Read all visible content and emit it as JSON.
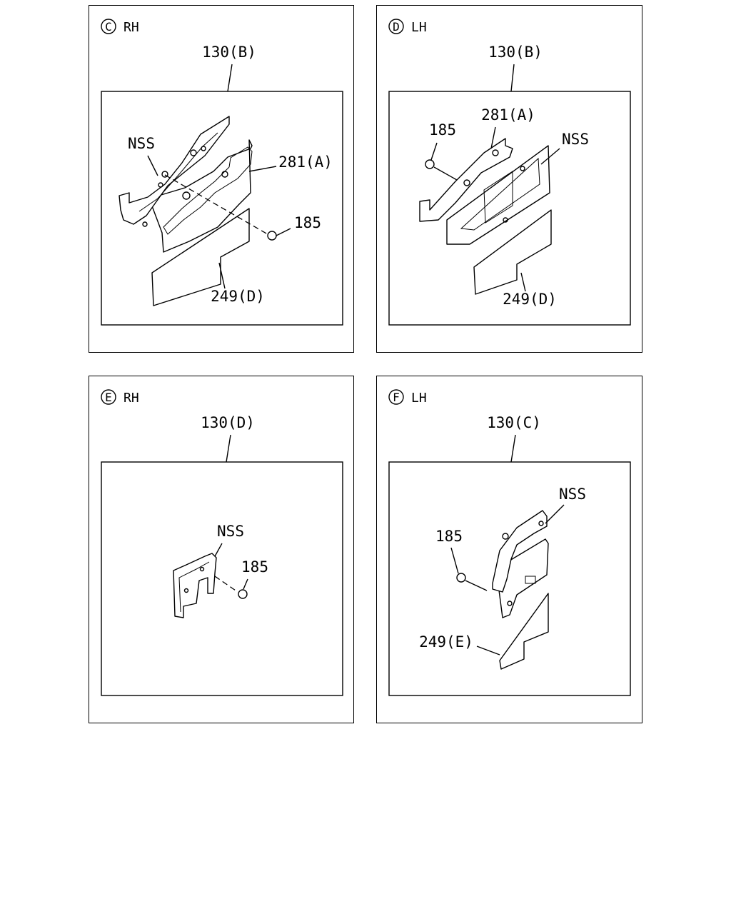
{
  "panels": [
    {
      "id": "C",
      "letter": "C",
      "side": "RH",
      "ref": "130(B)",
      "labels": {
        "nss": "NSS",
        "part281": "281(A)",
        "part185": "185",
        "part249": "249(D)"
      }
    },
    {
      "id": "D",
      "letter": "D",
      "side": "LH",
      "ref": "130(B)",
      "labels": {
        "nss": "NSS",
        "part281": "281(A)",
        "part185": "185",
        "part249": "249(D)"
      }
    },
    {
      "id": "E",
      "letter": "E",
      "side": "RH",
      "ref": "130(D)",
      "labels": {
        "nss": "NSS",
        "part185": "185"
      }
    },
    {
      "id": "F",
      "letter": "F",
      "side": "LH",
      "ref": "130(C)",
      "labels": {
        "nss": "NSS",
        "part185": "185",
        "part249": "249(E)"
      }
    }
  ]
}
